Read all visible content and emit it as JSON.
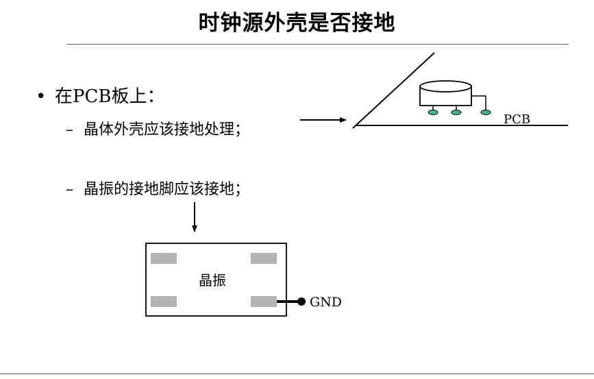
{
  "slide": {
    "title": "时钟源外壳是否接地",
    "bullet": {
      "marker": "•",
      "text": "在PCB板上："
    },
    "sub_items": [
      {
        "marker": "–",
        "text": "晶体外壳应该接地处理；"
      },
      {
        "marker": "–",
        "text": "晶振的接地脚应该接地；"
      }
    ]
  },
  "diagram_pcb": {
    "label": "PCB"
  },
  "diagram_oscillator": {
    "body_label": "晶振",
    "gnd_label": "GND"
  },
  "colors": {
    "rule": "#5a5f8c",
    "pad_gray": "#b3b3b3",
    "pin_green": "#3cb88a",
    "stroke": "#000000"
  }
}
